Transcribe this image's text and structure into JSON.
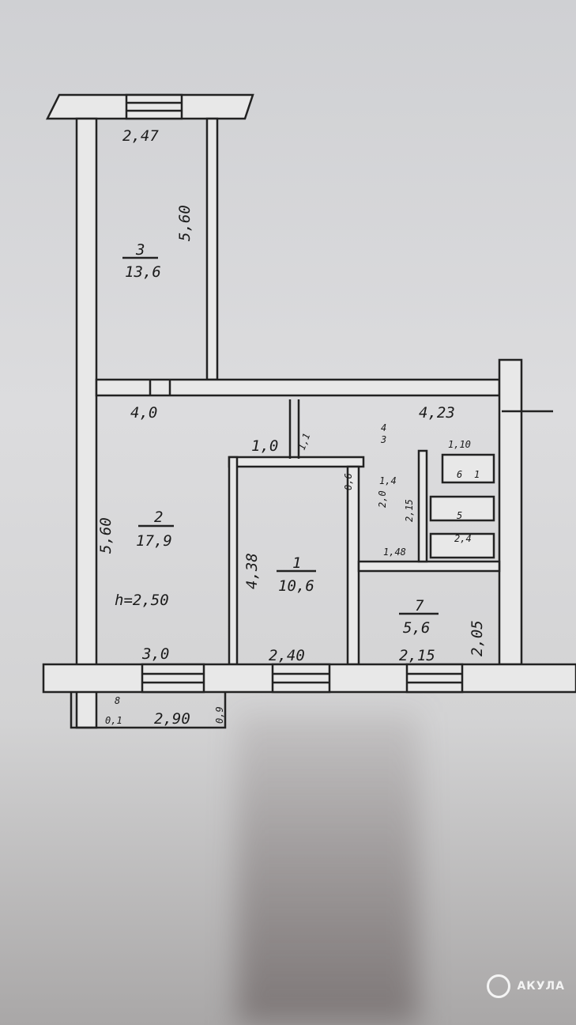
{
  "rooms": [
    {
      "number": "3",
      "area": "13,6"
    },
    {
      "number": "2",
      "area": "17,9",
      "height": "h=2,50"
    },
    {
      "number": "1",
      "area": "10,6"
    },
    {
      "number": "7",
      "area": "5,6"
    },
    {
      "number": "4",
      "area": "3"
    },
    {
      "number": "5",
      "area": "2,4"
    },
    {
      "number": "6",
      "area": "1"
    },
    {
      "number": "8",
      "area": "0,1"
    }
  ],
  "dimensions": {
    "room3_width": "2,47",
    "room3_length": "5,60",
    "room2_width": "4,0",
    "room2_length": "5,60",
    "room2_bottom": "3,0",
    "corridor_top": "4,23",
    "corridor_left": "1,0",
    "corridor_small": "1,1",
    "room1_length": "4,38",
    "room1_width": "2,40",
    "room7_width": "2,15",
    "room7_length": "2,05",
    "bath_a": "1,10",
    "bath_b": "2,0",
    "bath_c": "2,15",
    "bath_d": "1,48",
    "bath_e": "0,6",
    "bath_f": "1,4",
    "balcony_width": "2,90",
    "balcony_depth": "0,9"
  },
  "watermark": {
    "brand": "АКУЛА"
  }
}
